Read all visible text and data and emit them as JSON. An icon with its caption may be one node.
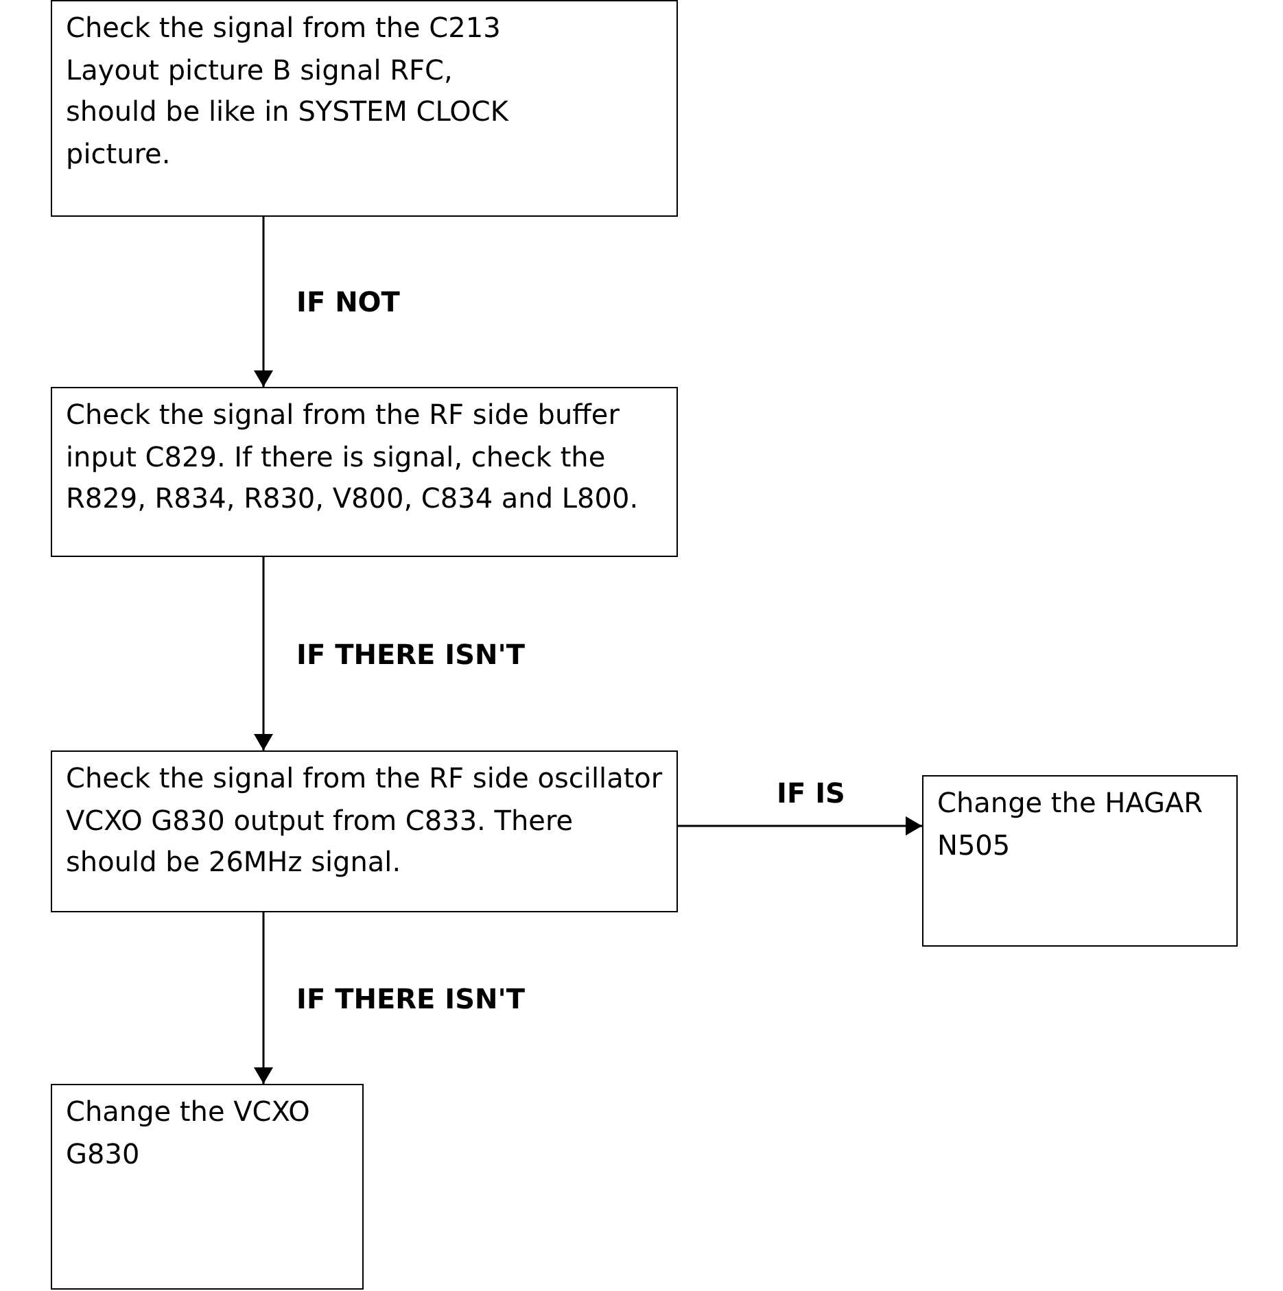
{
  "diagram": {
    "nodes": [
      {
        "text": [
          "Check the signal from the C213 Layout picture B signal RFC, should be like in SYSTEM CLOCK picture."
        ]
      },
      {
        "text": [
          "Check the signal from the RF side buffer input C829. If there is signal, check the R829, R834, R830, V800, C834 and L800."
        ]
      },
      {
        "text": [
          "Check the signal from the RF side oscillator VCXO G830 output from C833. There should be 26MHz signal."
        ]
      },
      {
        "text": [
          "Change the HAGAR N505"
        ]
      },
      {
        "text": [
          "Change the VCXO G830"
        ]
      }
    ],
    "edges": [
      {
        "from": 0,
        "to": 1,
        "arrow": "to",
        "label": "IF NOT"
      },
      {
        "from": 1,
        "to": 2,
        "arrow": "to",
        "label": "IF THERE ISN'T"
      },
      {
        "from": 2,
        "to": 3,
        "arrow": "to",
        "label": "IF IS"
      },
      {
        "from": 2,
        "to": 4,
        "arrow": "to",
        "label": "IF THERE ISN'T"
      }
    ]
  }
}
